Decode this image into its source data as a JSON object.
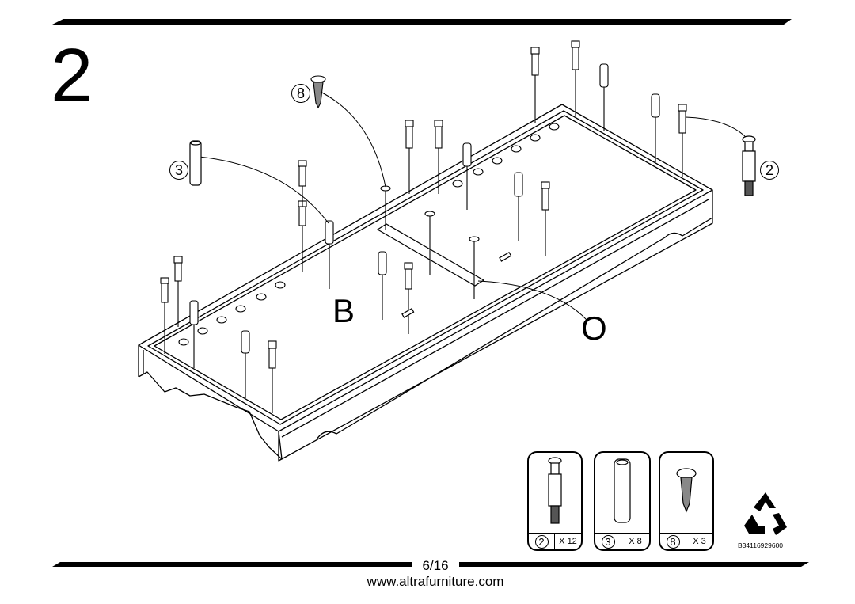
{
  "step": {
    "number": "2"
  },
  "labels": {
    "part_b": "B",
    "part_o": "O"
  },
  "callouts": {
    "c3": "3",
    "c8": "8",
    "c2": "2"
  },
  "legend": [
    {
      "part": "2",
      "qty": "X 12",
      "icon": "cam-bolt-icon"
    },
    {
      "part": "3",
      "qty": "X 8",
      "icon": "wood-dowel-icon"
    },
    {
      "part": "8",
      "qty": "X 3",
      "icon": "screw-icon"
    }
  ],
  "product_code": "B34116929600",
  "footer": {
    "page": "6/16",
    "website": "www.altrafurniture.com"
  }
}
